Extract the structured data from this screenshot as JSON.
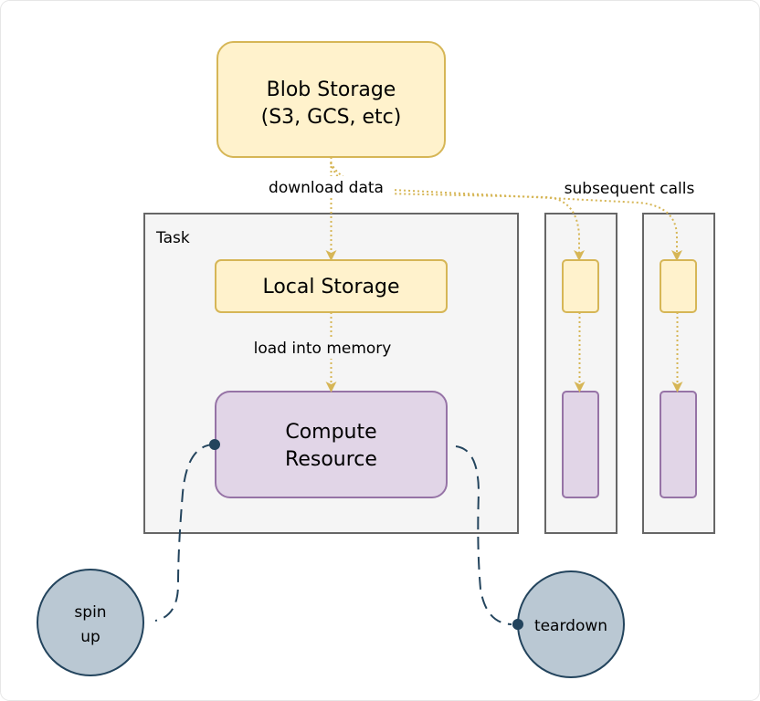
{
  "blob": {
    "line1": "Blob Storage",
    "line2": "(S3, GCS, etc)"
  },
  "edges": {
    "download": "download data",
    "load": "load into memory",
    "subsequent": "subsequent calls"
  },
  "task": {
    "label": "Task"
  },
  "local_storage": {
    "label": "Local Storage"
  },
  "compute": {
    "line1": "Compute",
    "line2": "Resource"
  },
  "spinup": {
    "line1": "spin",
    "line2": "up"
  },
  "teardown": {
    "label": "teardown"
  },
  "colors": {
    "storage_fill": "#fff2cc",
    "storage_stroke": "#d6b656",
    "compute_fill": "#e1d5e7",
    "compute_stroke": "#9673a6",
    "task_fill": "#f5f5f5",
    "task_stroke": "#666666",
    "lifecycle_fill": "#bac8d3",
    "lifecycle_stroke": "#23445d"
  }
}
